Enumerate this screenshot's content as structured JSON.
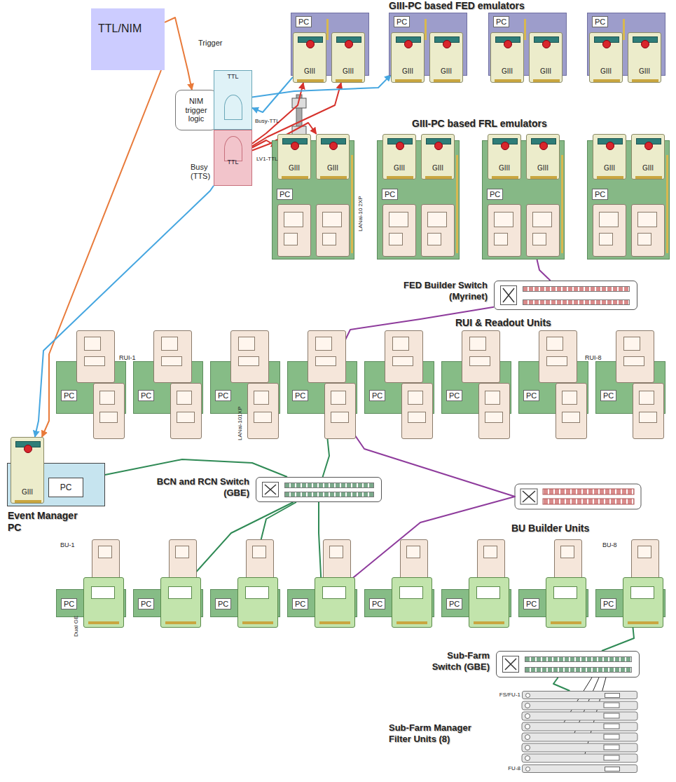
{
  "diagram": {
    "nodes": [
      {
        "text": [
          "TTL/NIM"
        ]
      },
      {
        "text": [
          "NIM trigger logic"
        ]
      },
      {
        "text": [
          "TTL"
        ]
      },
      {
        "text": [
          "TTL"
        ]
      },
      {
        "text": [
          "PC"
        ]
      },
      {
        "text": [
          "GIII"
        ],
        "in": 4
      },
      {
        "text": [
          "GIII"
        ],
        "in": 4
      },
      {
        "text": [
          "PC"
        ]
      },
      {
        "text": [
          "GIII"
        ],
        "in": 7
      },
      {
        "text": [
          "GIII"
        ],
        "in": 7
      },
      {
        "text": [
          "PC"
        ]
      },
      {
        "text": [
          "GIII"
        ],
        "in": 10
      },
      {
        "text": [
          "GIII"
        ],
        "in": 10
      },
      {
        "text": [
          "PC"
        ]
      },
      {
        "text": [
          "GIII"
        ],
        "in": 13
      },
      {
        "text": [
          "GIII"
        ],
        "in": 13
      },
      {
        "text": [
          "PC"
        ]
      },
      {
        "text": [
          "GIII"
        ],
        "in": 16
      },
      {
        "text": [
          "GIII"
        ],
        "in": 16
      },
      {
        "text": [
          "PC"
        ]
      },
      {
        "text": [
          "GIII"
        ],
        "in": 19
      },
      {
        "text": [
          "GIII"
        ],
        "in": 19
      },
      {
        "text": [
          "PC"
        ]
      },
      {
        "text": [
          "GIII"
        ],
        "in": 22
      },
      {
        "text": [
          "GIII"
        ],
        "in": 22
      },
      {
        "text": [
          "PC"
        ]
      },
      {
        "text": [
          "GIII"
        ],
        "in": 25
      },
      {
        "text": [
          "GIII"
        ],
        "in": 25
      },
      {
        "text": [
          "FED Builder Switch (Myrinet)"
        ]
      },
      {
        "text": [
          "PC"
        ]
      },
      {
        "text": [
          "PC"
        ]
      },
      {
        "text": [
          "PC"
        ]
      },
      {
        "text": [
          "PC"
        ]
      },
      {
        "text": [
          "PC"
        ]
      },
      {
        "text": [
          "PC"
        ]
      },
      {
        "text": [
          "PC"
        ]
      },
      {
        "text": [
          "PC"
        ]
      },
      {
        "text": [
          "Event Manager PC"
        ]
      },
      {
        "text": [
          "PC"
        ],
        "in": 37
      },
      {
        "text": [
          "GIII"
        ],
        "in": 37
      },
      {
        "text": [
          "BCN and RCN Switch (GBE)"
        ]
      },
      {
        "text": [
          "PC"
        ]
      },
      {
        "text": [
          "PC"
        ]
      },
      {
        "text": [
          "PC"
        ]
      },
      {
        "text": [
          "PC"
        ]
      },
      {
        "text": [
          "PC"
        ]
      },
      {
        "text": [
          "PC"
        ]
      },
      {
        "text": [
          "PC"
        ]
      },
      {
        "text": [
          "PC"
        ]
      },
      {
        "text": [
          "Sub-Farm Switch (GBE)"
        ]
      },
      {
        "text": [
          "Sub-Farm Manager Filter Units (8)"
        ]
      },
      {
        "text": [
          "FS/FU-1"
        ],
        "in": 50
      },
      {
        "text": [
          "FU-8"
        ],
        "in": 50
      }
    ],
    "edges": [
      {
        "from": 0,
        "to": 1,
        "arrow": "to"
      },
      {
        "from": 0,
        "to": 39,
        "arrow": "to"
      },
      {
        "from": 3,
        "to": 5,
        "arrow": "to"
      },
      {
        "from": 3,
        "to": 6,
        "arrow": "to"
      },
      {
        "from": 3,
        "to": 17,
        "arrow": "to"
      },
      {
        "from": 3,
        "to": 18,
        "arrow": "to"
      },
      {
        "from": 5,
        "to": 2,
        "arrow": "to"
      },
      {
        "from": 3,
        "to": 39,
        "arrow": "to"
      },
      {
        "from": 2,
        "to": 8,
        "arrow": "to"
      },
      {
        "from": 22,
        "to": 28,
        "arrow": "none"
      },
      {
        "from": 28,
        "to": 32,
        "arrow": "none"
      },
      {
        "from": 32,
        "to": 40,
        "arrow": "none"
      },
      {
        "from": 37,
        "to": 40,
        "arrow": "none"
      },
      {
        "from": 40,
        "to": 43,
        "arrow": "none"
      },
      {
        "from": 40,
        "to": 44,
        "arrow": "none"
      },
      {
        "from": 40,
        "to": 42,
        "arrow": "none"
      },
      {
        "from": 32,
        "to": 44,
        "arrow": "to"
      },
      {
        "from": 48,
        "to": 49,
        "arrow": "none"
      },
      {
        "from": 49,
        "to": 51,
        "arrow": "none"
      }
    ],
    "labels": [
      "GIII-PC based FED emulators",
      "Trigger",
      "Busy-TTL",
      "LV1-TTL",
      "Busy (TTS)",
      "GIII-PC based FRL emulators",
      "LANai-10 2XP",
      "RUI & Readout Units",
      "RUI-1",
      "RUI-8",
      "LANai-101XP",
      "BU Builder Units",
      "BU-1",
      "BU-8",
      "Dual GE"
    ]
  }
}
